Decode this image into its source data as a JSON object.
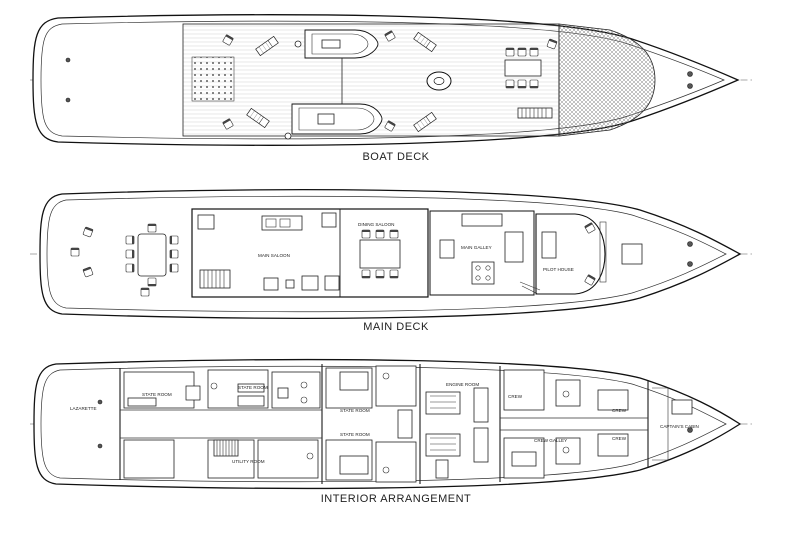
{
  "decks": [
    {
      "title": "BOAT DECK",
      "labels": []
    },
    {
      "title": "MAIN DECK",
      "labels": [
        "DINING SALOON",
        "MAIN SALOON",
        "MAIN GALLEY",
        "PILOT HOUSE"
      ]
    },
    {
      "title": "INTERIOR ARRANGEMENT",
      "labels": [
        "LAZARETTE",
        "STATE ROOM",
        "STATE ROOM",
        "STATE ROOM",
        "STATE ROOM",
        "UTILITY ROOM",
        "ENGINE ROOM",
        "CREW",
        "CREW GALLEY",
        "CREW",
        "CREW",
        "CAPTAIN'S CABIN"
      ]
    }
  ],
  "colors": {
    "line": "#1a1a1a",
    "hatch": "#888888"
  }
}
